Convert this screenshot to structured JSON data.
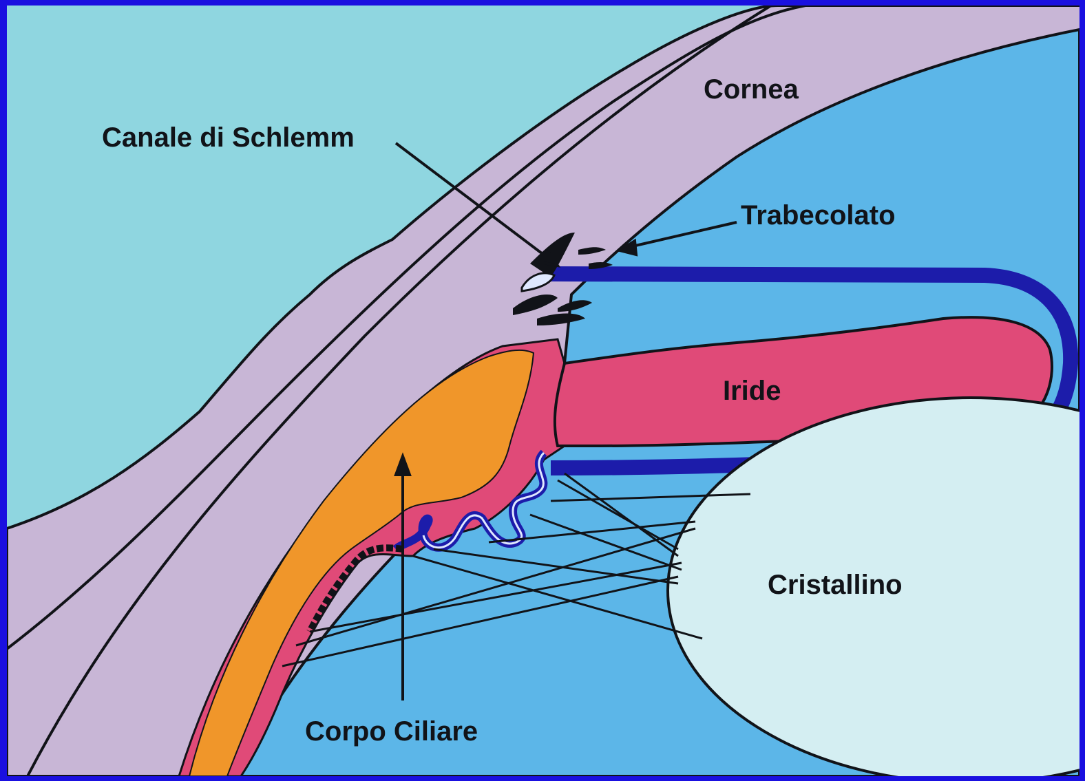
{
  "labels": {
    "cornea": "Cornea",
    "schlemm": "Canale di Schlemm",
    "trabecolato": "Trabecolato",
    "iride": "Iride",
    "cristallino": "Cristallino",
    "corpo_ciliare": "Corpo Ciliare"
  },
  "colors": {
    "frame": "#1a10e0",
    "background": "#8fd6e0",
    "sclera_cornea": "#c8b6d6",
    "chamber": "#5cb6e8",
    "iris": "#e04a78",
    "ciliary_muscle": "#f0962a",
    "pigment": "#1c1caa",
    "lens": "#d4eef2",
    "outline": "#111318"
  }
}
